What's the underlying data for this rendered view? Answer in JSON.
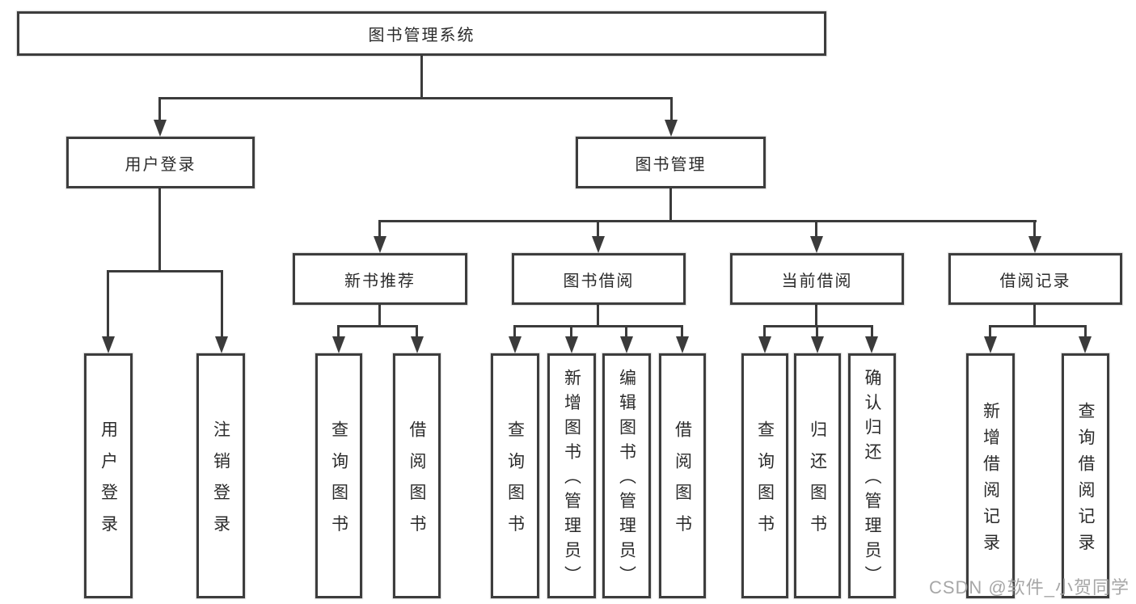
{
  "root": {
    "label": "图书管理系统"
  },
  "user_branch": {
    "label": "用户登录",
    "children": [
      {
        "label": "用户登录"
      },
      {
        "label": "注销登录"
      }
    ]
  },
  "book_branch": {
    "label": "图书管理",
    "sections": [
      {
        "label": "新书推荐",
        "children": [
          {
            "label": "查询图书"
          },
          {
            "label": "借阅图书"
          }
        ]
      },
      {
        "label": "图书借阅",
        "children": [
          {
            "label": "查询图书"
          },
          {
            "label": "新增图书（管理员）"
          },
          {
            "label": "编辑图书（管理员）"
          },
          {
            "label": "借阅图书"
          }
        ]
      },
      {
        "label": "当前借阅",
        "children": [
          {
            "label": "查询图书"
          },
          {
            "label": "归还图书"
          },
          {
            "label": "确认归还（管理员）"
          }
        ]
      },
      {
        "label": "借阅记录",
        "children": [
          {
            "label": "新增借阅记录"
          },
          {
            "label": "查询借阅记录"
          }
        ]
      }
    ]
  },
  "watermark": "CSDN @软件_小贺同学",
  "colors": {
    "line": "#3b3b3b",
    "border": "#3d3d3d",
    "text": "#2b2b2b",
    "watermark": "#a2a2a2",
    "background": "#ffffff"
  }
}
